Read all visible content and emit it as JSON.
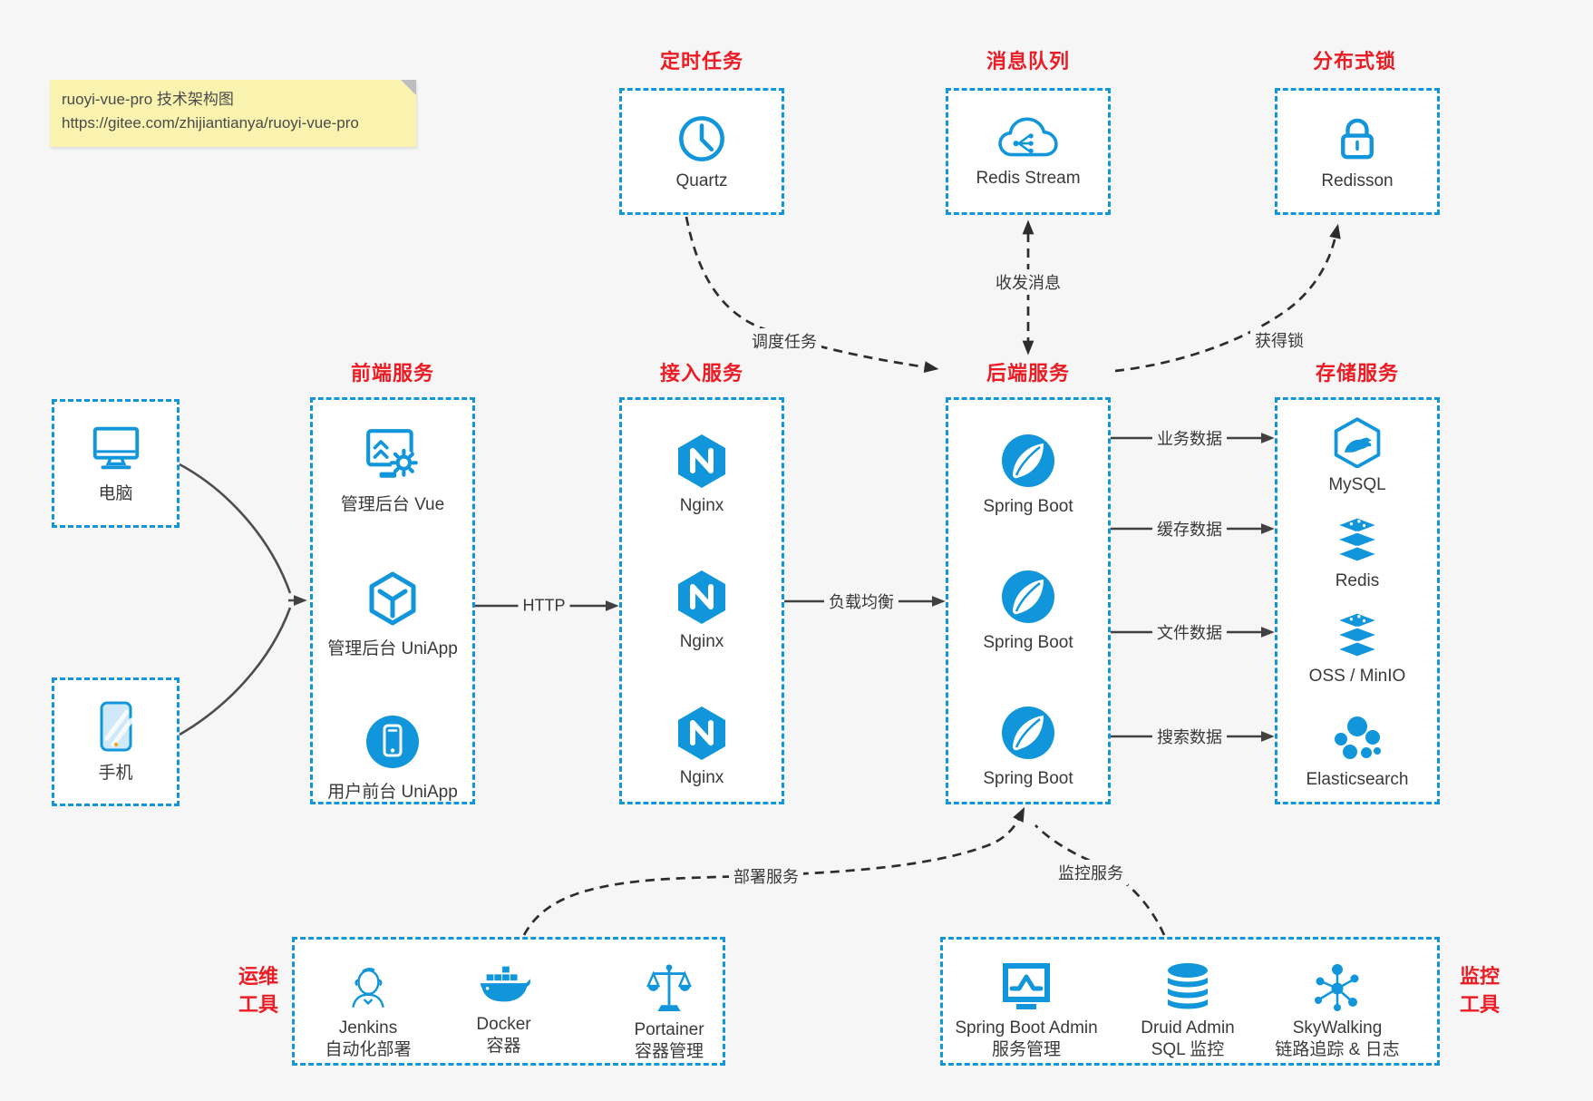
{
  "colors": {
    "accent_blue": "#1296db",
    "title_red": "#ec1c24",
    "canvas_bg": "#f6f6f6",
    "note_bg": "#faf3b0",
    "arrow_solid": "#414141",
    "arrow_dashed": "#2d2d2d"
  },
  "note": {
    "title": "ruoyi-vue-pro 技术架构图",
    "url": "https://gitee.com/zhijiantianya/ruoyi-vue-pro"
  },
  "groups": {
    "scheduled": {
      "title": "定时任务",
      "item": {
        "icon": "clock-icon",
        "label": "Quartz"
      }
    },
    "mq": {
      "title": "消息队列",
      "item": {
        "icon": "cloud-stream-icon",
        "label": "Redis Stream"
      }
    },
    "dlock": {
      "title": "分布式锁",
      "item": {
        "icon": "lock-icon",
        "label": "Redisson"
      }
    },
    "devices": {
      "pc": {
        "icon": "computer-icon",
        "label": "电脑"
      },
      "mobile": {
        "icon": "phone-icon",
        "label": "手机"
      }
    },
    "frontend": {
      "title": "前端服务",
      "items": [
        {
          "icon": "admin-vue-icon",
          "label": "管理后台 Vue"
        },
        {
          "icon": "uniapp-cube-icon",
          "label": "管理后台 UniApp"
        },
        {
          "icon": "user-app-icon",
          "label": "用户前台 UniApp"
        }
      ]
    },
    "gateway": {
      "title": "接入服务",
      "items": [
        {
          "icon": "nginx-icon",
          "label": "Nginx"
        },
        {
          "icon": "nginx-icon",
          "label": "Nginx"
        },
        {
          "icon": "nginx-icon",
          "label": "Nginx"
        }
      ]
    },
    "backend": {
      "title": "后端服务",
      "items": [
        {
          "icon": "spring-boot-icon",
          "label": "Spring Boot"
        },
        {
          "icon": "spring-boot-icon",
          "label": "Spring Boot"
        },
        {
          "icon": "spring-boot-icon",
          "label": "Spring Boot"
        }
      ]
    },
    "storage": {
      "title": "存储服务",
      "items": [
        {
          "icon": "mysql-icon",
          "label": "MySQL"
        },
        {
          "icon": "redis-stack-icon",
          "label": "Redis"
        },
        {
          "icon": "oss-stack-icon",
          "label": "OSS / MinIO"
        },
        {
          "icon": "elasticsearch-icon",
          "label": "Elasticsearch"
        }
      ]
    },
    "ops": {
      "title_line1": "运维",
      "title_line2": "工具",
      "items": [
        {
          "icon": "jenkins-icon",
          "label": "Jenkins",
          "sub": "自动化部署"
        },
        {
          "icon": "docker-icon",
          "label": "Docker",
          "sub": "容器"
        },
        {
          "icon": "portainer-icon",
          "label": "Portainer",
          "sub": "容器管理"
        }
      ]
    },
    "monitoring": {
      "title_line1": "监控",
      "title_line2": "工具",
      "items": [
        {
          "icon": "spring-boot-admin-icon",
          "label": "Spring Boot Admin",
          "sub": "服务管理"
        },
        {
          "icon": "druid-icon",
          "label": "Druid Admin",
          "sub": "SQL 监控"
        },
        {
          "icon": "skywalking-icon",
          "label": "SkyWalking",
          "sub": "链路追踪 & 日志"
        }
      ]
    }
  },
  "edges": {
    "http": "HTTP",
    "load_balance": "负载均衡",
    "business_data": "业务数据",
    "cache_data": "缓存数据",
    "file_data": "文件数据",
    "search_data": "搜索数据",
    "schedule_task": "调度任务",
    "send_receive_msg": "收发消息",
    "acquire_lock": "获得锁",
    "deploy_service": "部署服务",
    "monitor_service": "监控服务"
  }
}
